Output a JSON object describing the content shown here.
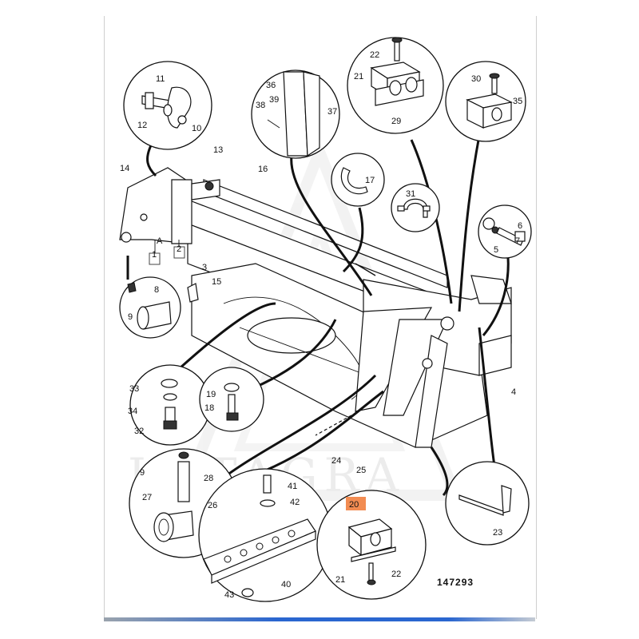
{
  "watermark": "LKTAGRA",
  "drawing_number": "147293",
  "highlighted_label": "20",
  "callouts": {
    "c1": "1",
    "c2": "2",
    "c3": "3",
    "c4": "4",
    "c5": "5",
    "c6": "6",
    "c7": "7",
    "c8": "8",
    "c9": "9",
    "c9b": "9",
    "c10": "10",
    "c11": "11",
    "c12": "12",
    "c13": "13",
    "c14": "14",
    "c15": "15",
    "c16": "16",
    "c17": "17",
    "c18": "18",
    "c19": "19",
    "c21": "21",
    "c21b": "21",
    "c22": "22",
    "c22b": "22",
    "c23": "23",
    "c24": "24",
    "c25": "25",
    "c26": "26",
    "c27": "27",
    "c28": "28",
    "c29": "29",
    "c30": "30",
    "c31": "31",
    "c32": "32",
    "c33": "33",
    "c34": "34",
    "c35": "35",
    "c36": "36",
    "c37": "37",
    "c38": "38",
    "c39": "39",
    "c40": "40",
    "c41": "41",
    "c42": "42",
    "c43": "43",
    "cA": "A"
  },
  "colors": {
    "highlight": "#f28c52",
    "line": "#111111",
    "accent_strip": "#2a66d0"
  }
}
